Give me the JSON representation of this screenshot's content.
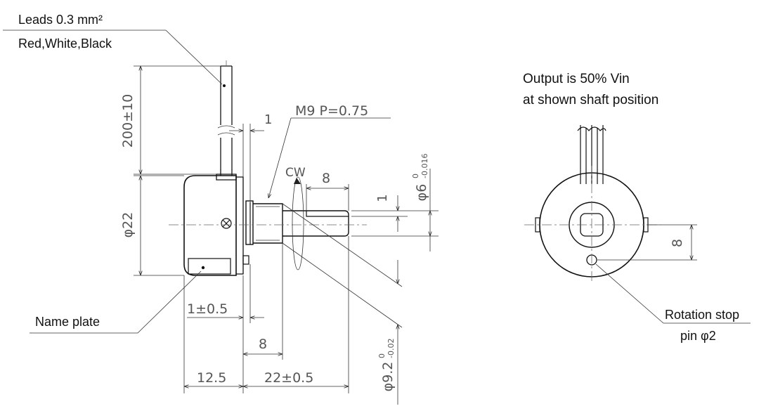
{
  "notes": {
    "leads_line1": "Leads 0.3 mm²",
    "leads_line2": "Red,White,Black",
    "name_plate": "Name plate",
    "output_line1": "Output is 50% Vin",
    "output_line2": "at shown shaft position",
    "rotation_stop_line1": "Rotation stop",
    "rotation_stop_line2": "pin  φ2"
  },
  "dimensions": {
    "lead_length": "200±10",
    "body_diameter": "φ22",
    "shaft_step": "1",
    "thread": "M9 P=0.75",
    "rotation_direction": "CW",
    "flat_length": "8",
    "flat_depth": "1",
    "shaft_diameter": "φ6",
    "shaft_diameter_tol_upper": "0",
    "shaft_diameter_tol_lower": "-0.016",
    "offset": "1±0.5",
    "bushing_length": "8",
    "body_depth": "12.5",
    "shaft_length": "22±0.5",
    "bushing_diameter": "φ9.2",
    "bushing_diameter_tol_upper": "0",
    "bushing_diameter_tol_lower": "-0.02",
    "stop_pin_offset": "8"
  }
}
